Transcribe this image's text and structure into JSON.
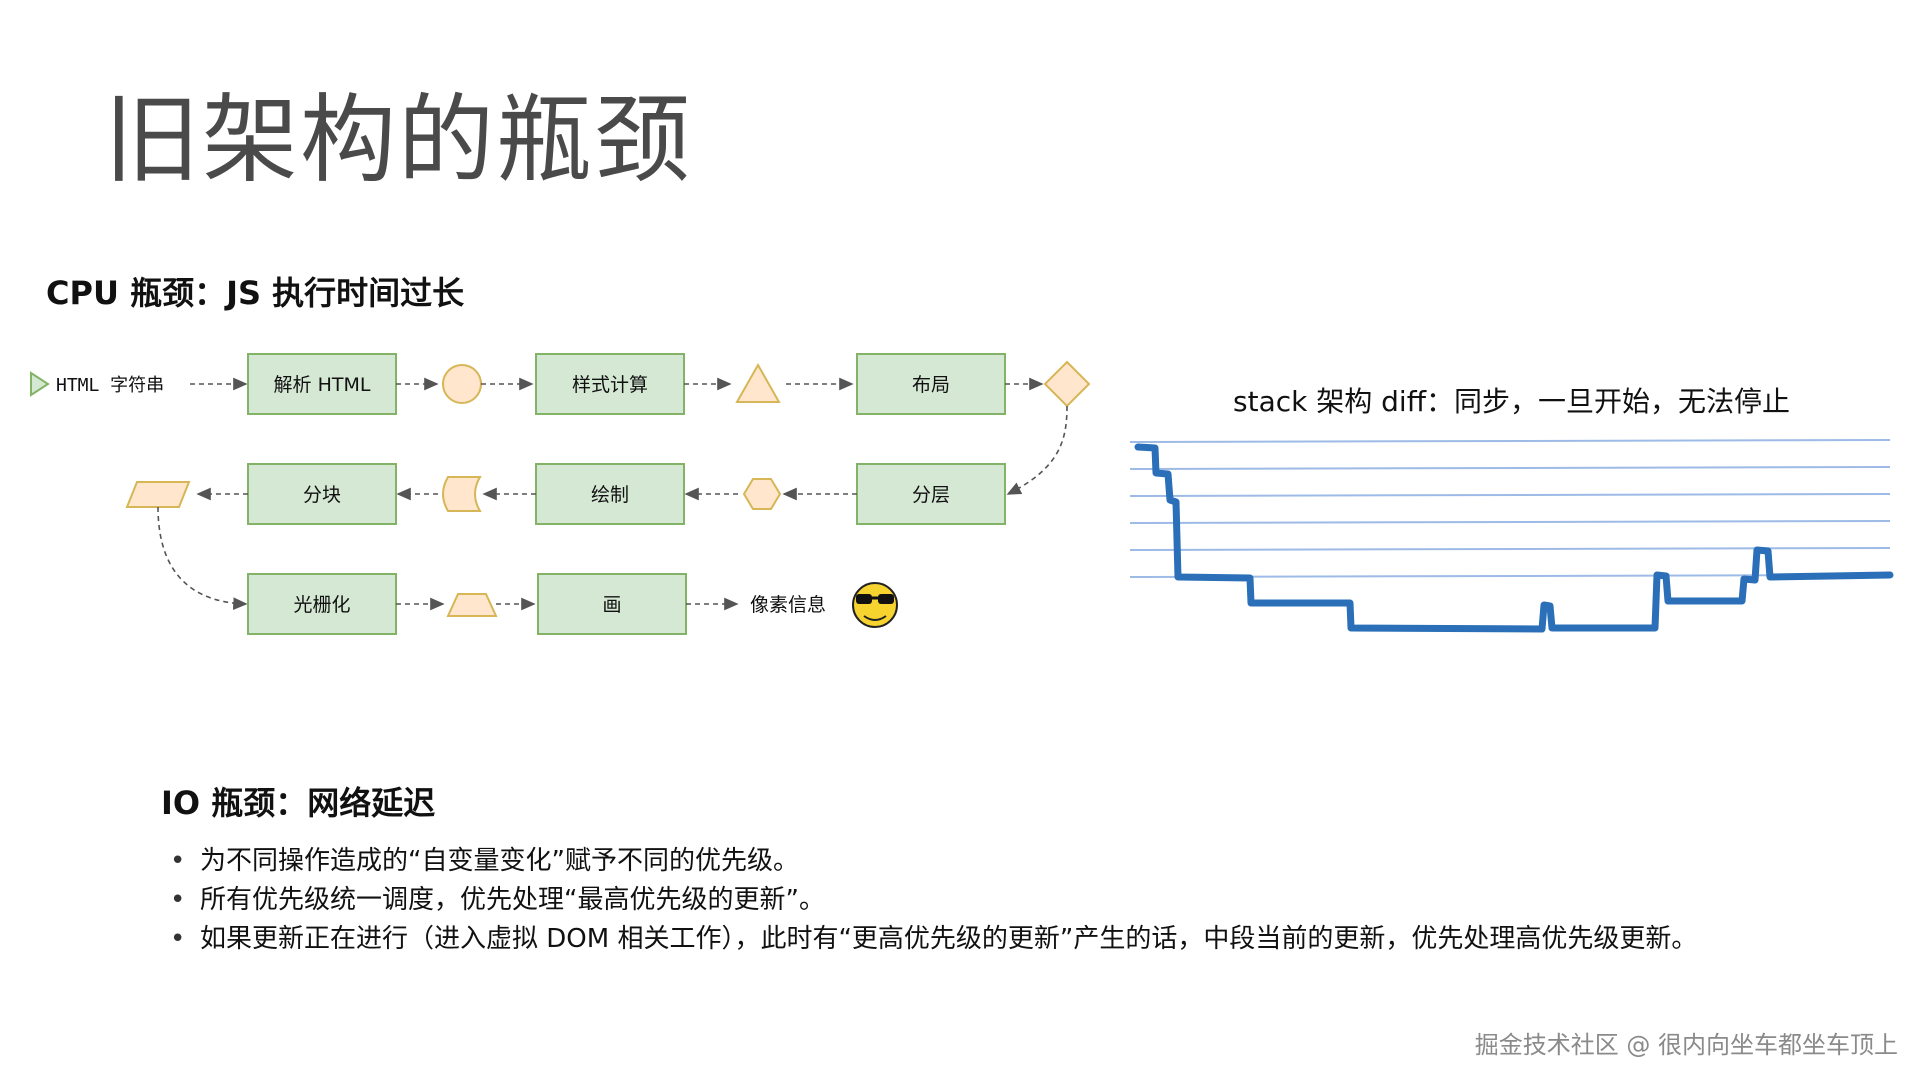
{
  "title": "旧架构的瓶颈",
  "cpu_heading": "CPU 瓶颈：JS 执行时间过长",
  "pipeline": {
    "start_label": "HTML 字符串",
    "parse": "解析 HTML",
    "style": "样式计算",
    "layout": "布局",
    "layer": "分层",
    "paint": "绘制",
    "tile": "分块",
    "raster": "光栅化",
    "draw": "画",
    "pixels": "像素信息",
    "emoji": "😎"
  },
  "stack_label": "stack 架构 diff：同步，一旦开始，无法停止",
  "io_heading": "IO 瓶颈：网络延迟",
  "bullets": [
    "为不同操作造成的“自变量变化”赋予不同的优先级。",
    "所有优先级统一调度，优先处理“最高优先级的更新”。",
    "如果更新正在进行（进入虚拟 DOM 相关工作），此时有“更高优先级的更新”产生的话，中段当前的更新，优先处理高优先级更新。"
  ],
  "footer": "掘金技术社区 @ 很内向坐车都坐车顶上",
  "colors": {
    "box_fill": "#d5e8d4",
    "box_stroke": "#82b366",
    "shape_fill": "#ffe6cc",
    "shape_stroke": "#d6b656",
    "stack_line": "#2a6fb8",
    "guide_line": "#9dbbe6"
  }
}
